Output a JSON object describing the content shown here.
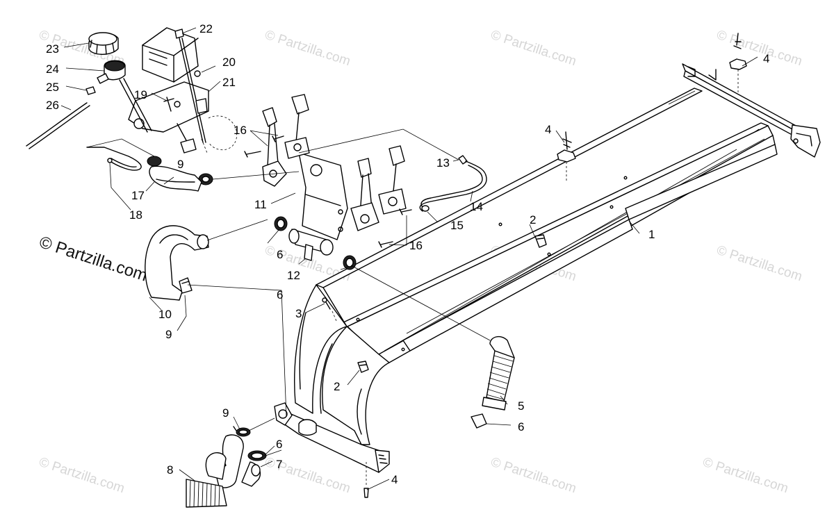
{
  "watermark": {
    "text": "© Partzilla.com",
    "prominent_text": "© Partzilla.com"
  },
  "callouts": [
    {
      "id": "c1",
      "text": "1"
    },
    {
      "id": "c2a",
      "text": "2"
    },
    {
      "id": "c2b",
      "text": "2"
    },
    {
      "id": "c3",
      "text": "3"
    },
    {
      "id": "c4a",
      "text": "4"
    },
    {
      "id": "c4b",
      "text": "4"
    },
    {
      "id": "c4c",
      "text": "4"
    },
    {
      "id": "c5",
      "text": "5"
    },
    {
      "id": "c6a",
      "text": "6"
    },
    {
      "id": "c6b",
      "text": "6"
    },
    {
      "id": "c6c",
      "text": "6"
    },
    {
      "id": "c6d",
      "text": "6"
    },
    {
      "id": "c7",
      "text": "7"
    },
    {
      "id": "c8",
      "text": "8"
    },
    {
      "id": "c9a",
      "text": "9"
    },
    {
      "id": "c9b",
      "text": "9"
    },
    {
      "id": "c9c",
      "text": "9"
    },
    {
      "id": "c10",
      "text": "10"
    },
    {
      "id": "c11",
      "text": "11"
    },
    {
      "id": "c12",
      "text": "12"
    },
    {
      "id": "c13",
      "text": "13"
    },
    {
      "id": "c14",
      "text": "14"
    },
    {
      "id": "c15",
      "text": "15"
    },
    {
      "id": "c16a",
      "text": "16"
    },
    {
      "id": "c16b",
      "text": "16"
    },
    {
      "id": "c17",
      "text": "17"
    },
    {
      "id": "c18",
      "text": "18"
    },
    {
      "id": "c19",
      "text": "19"
    },
    {
      "id": "c20",
      "text": "20"
    },
    {
      "id": "c21",
      "text": "21"
    },
    {
      "id": "c22",
      "text": "22"
    },
    {
      "id": "c23",
      "text": "23"
    },
    {
      "id": "c24",
      "text": "24"
    },
    {
      "id": "c25",
      "text": "25"
    },
    {
      "id": "c26",
      "text": "26"
    }
  ]
}
